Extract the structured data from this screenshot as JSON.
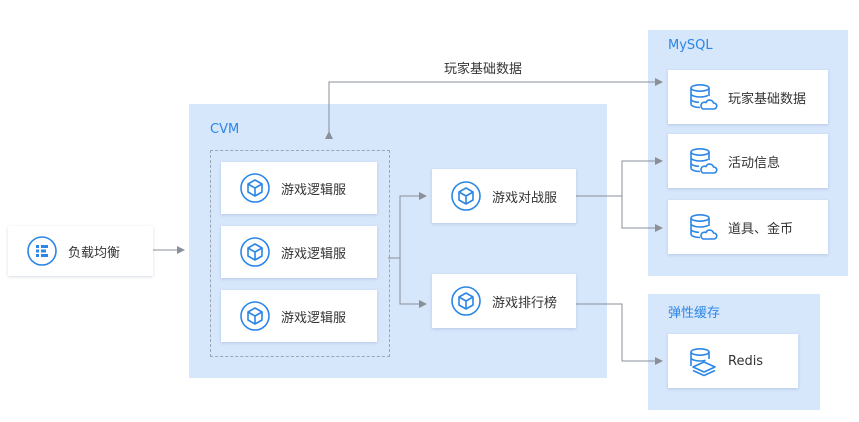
{
  "colors": {
    "accent": "#2b86e6",
    "region_fill": "#d6e6fb",
    "arrow": "#8a8f99",
    "card": "#ffffff"
  },
  "edge_label": "玩家基础数据",
  "load_balancer": {
    "label": "负载均衡",
    "icon": "load-balancer-icon"
  },
  "cvm": {
    "title": "CVM",
    "logic_servers": [
      {
        "label": "游戏逻辑服",
        "icon": "cube-icon"
      },
      {
        "label": "游戏逻辑服",
        "icon": "cube-icon"
      },
      {
        "label": "游戏逻辑服",
        "icon": "cube-icon"
      }
    ],
    "battle_server": {
      "label": "游戏对战服",
      "icon": "cube-icon"
    },
    "ranking_server": {
      "label": "游戏排行榜",
      "icon": "cube-icon"
    }
  },
  "mysql": {
    "title": "MySQL",
    "items": [
      {
        "label": "玩家基础数据",
        "icon": "database-cloud-icon"
      },
      {
        "label": "活动信息",
        "icon": "database-cloud-icon"
      },
      {
        "label": "道具、金币",
        "icon": "database-cloud-icon"
      }
    ]
  },
  "cache": {
    "title": "弹性缓存",
    "items": [
      {
        "label": "Redis",
        "icon": "database-layers-icon"
      }
    ]
  }
}
